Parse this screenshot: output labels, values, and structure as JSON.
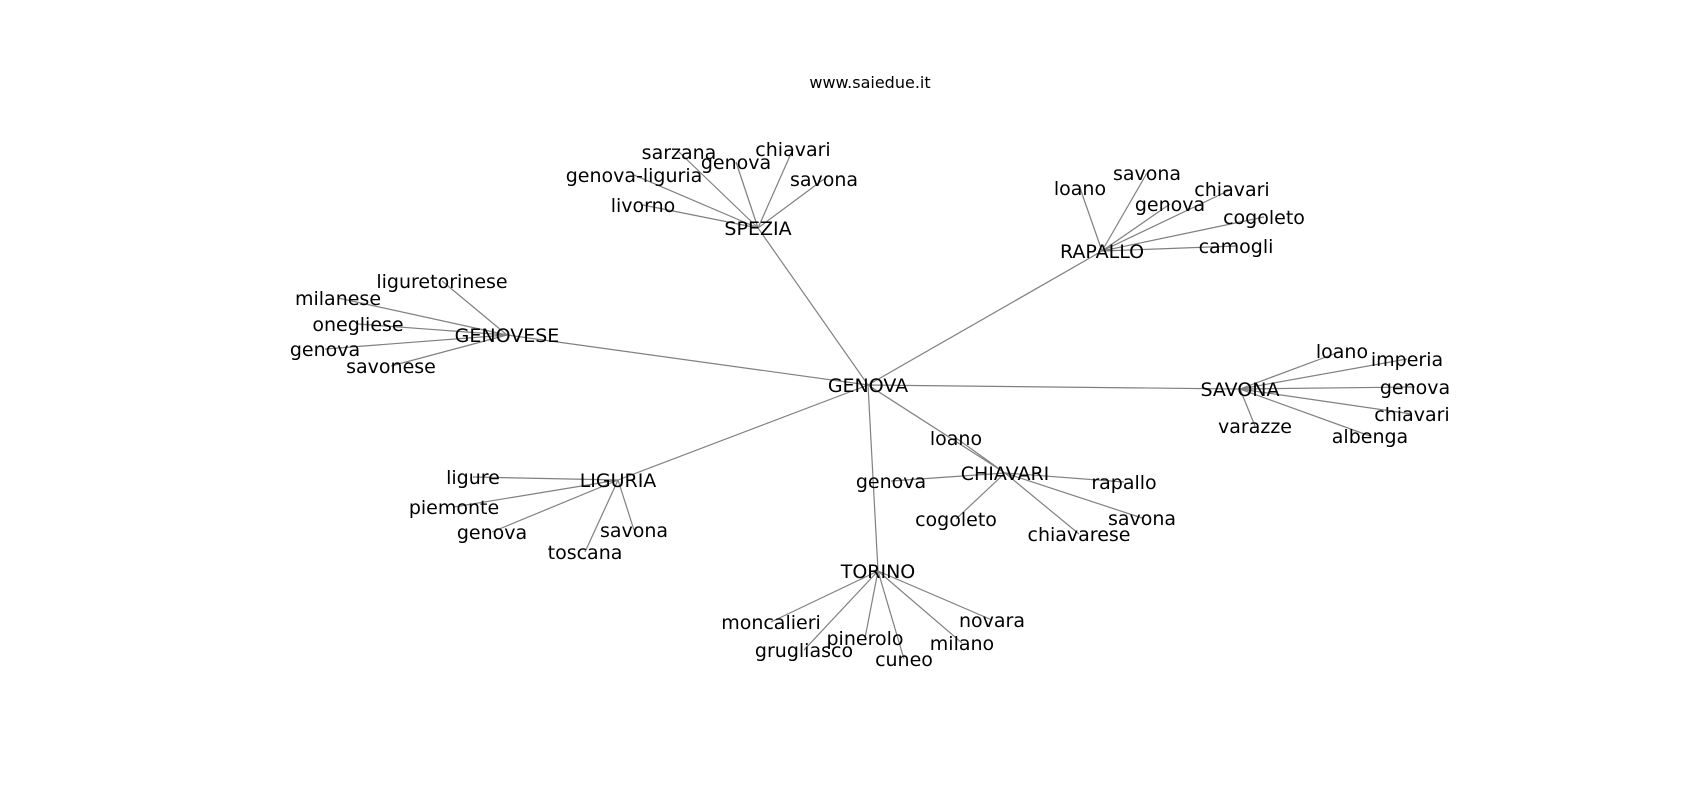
{
  "site": "www.saiedue.it",
  "colors": {
    "edge": "#808080",
    "text": "#000000",
    "background": "#ffffff"
  },
  "graph": {
    "center": "GENOVA",
    "hubs": [
      {
        "label": "SPEZIA",
        "words": [
          "sarzana",
          "chiavari",
          "genova",
          "savona",
          "genova-liguria",
          "livorno"
        ]
      },
      {
        "label": "RAPALLO",
        "words": [
          "savona",
          "loano",
          "chiavari",
          "genova",
          "cogoleto",
          "camogli"
        ]
      },
      {
        "label": "GENOVESE",
        "words": [
          "liguretorinese",
          "milanese",
          "onegliese",
          "genova",
          "savonese"
        ]
      },
      {
        "label": "SAVONA",
        "words": [
          "loano",
          "imperia",
          "genova",
          "chiavari",
          "varazze",
          "albenga"
        ]
      },
      {
        "label": "CHIAVARI",
        "words": [
          "loano",
          "genova",
          "rapallo",
          "cogoleto",
          "savona",
          "chiavarese"
        ]
      },
      {
        "label": "LIGURIA",
        "words": [
          "ligure",
          "piemonte",
          "genova",
          "savona",
          "toscana"
        ]
      },
      {
        "label": "TORINO",
        "words": [
          "moncalieri",
          "novara",
          "pinerolo",
          "milano",
          "grugliasco",
          "cuneo"
        ]
      }
    ]
  }
}
